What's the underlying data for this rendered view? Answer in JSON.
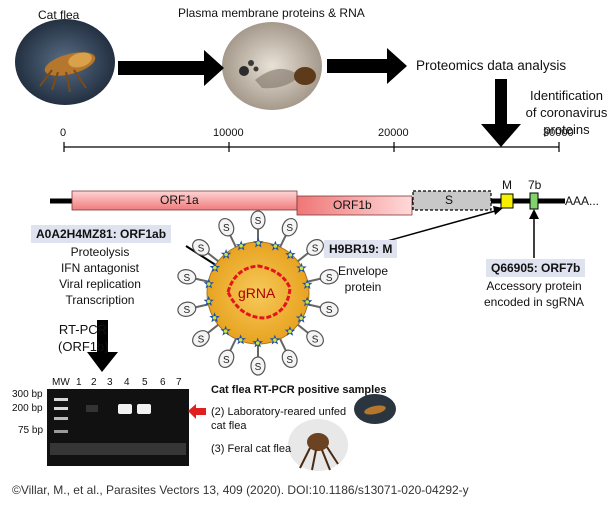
{
  "top": {
    "cat_flea": "Cat flea",
    "membrane": "Plasma membrane proteins & RNA",
    "proteomics": "Proteomics data analysis",
    "identification": [
      "Identification",
      "of coronavirus",
      "proteins"
    ]
  },
  "scale": {
    "ticks": [
      "0",
      "10000",
      "20000",
      "30000"
    ]
  },
  "genome": {
    "orf1a": "ORF1a",
    "orf1b": "ORF1b",
    "s": "S",
    "m": "M",
    "orf7b": "7b",
    "polya": "AAA..."
  },
  "annotations": {
    "orf1ab": {
      "label": "A0A2H4MZ81: ORF1ab",
      "lines": [
        "Proteolysis",
        "IFN antagonist",
        "Viral replication",
        "Transcription"
      ]
    },
    "m": {
      "label": "H9BR19: M",
      "lines": [
        "Envelope",
        "protein"
      ]
    },
    "orf7b": {
      "label": "Q66905: ORF7b",
      "lines": [
        "Accessory protein",
        "encoded in sgRNA"
      ]
    }
  },
  "virion": {
    "genome_label": "gRNA",
    "spike_letter": "S"
  },
  "rtpcr": {
    "title": [
      "RT-PCR",
      "(ORF1b)"
    ],
    "lanes": [
      "MW",
      "1",
      "2",
      "3",
      "4",
      "5",
      "6",
      "7"
    ],
    "sizes": [
      "300 bp",
      "200 bp",
      "75 bp"
    ]
  },
  "positive": {
    "title": "Cat flea RT-PCR positive samples",
    "lab": [
      "(2) Laboratory-reared unfed",
      "cat flea"
    ],
    "feral": "(3) Feral cat flea"
  },
  "citation": "©Villar, M., et al., Parasites Vectors 13, 409 (2020). DOI:10.1186/s13071-020-04292-y",
  "colors": {
    "orf_pink": "#f08080",
    "membrane_yellow": "#f2b233",
    "spike_blue": "#1f4fa8",
    "gene_yellow": "#f4f000",
    "gene_green": "#7fd36a",
    "label_bg": "#dfe2ef",
    "gel_red_arrow": "#e0201e"
  }
}
